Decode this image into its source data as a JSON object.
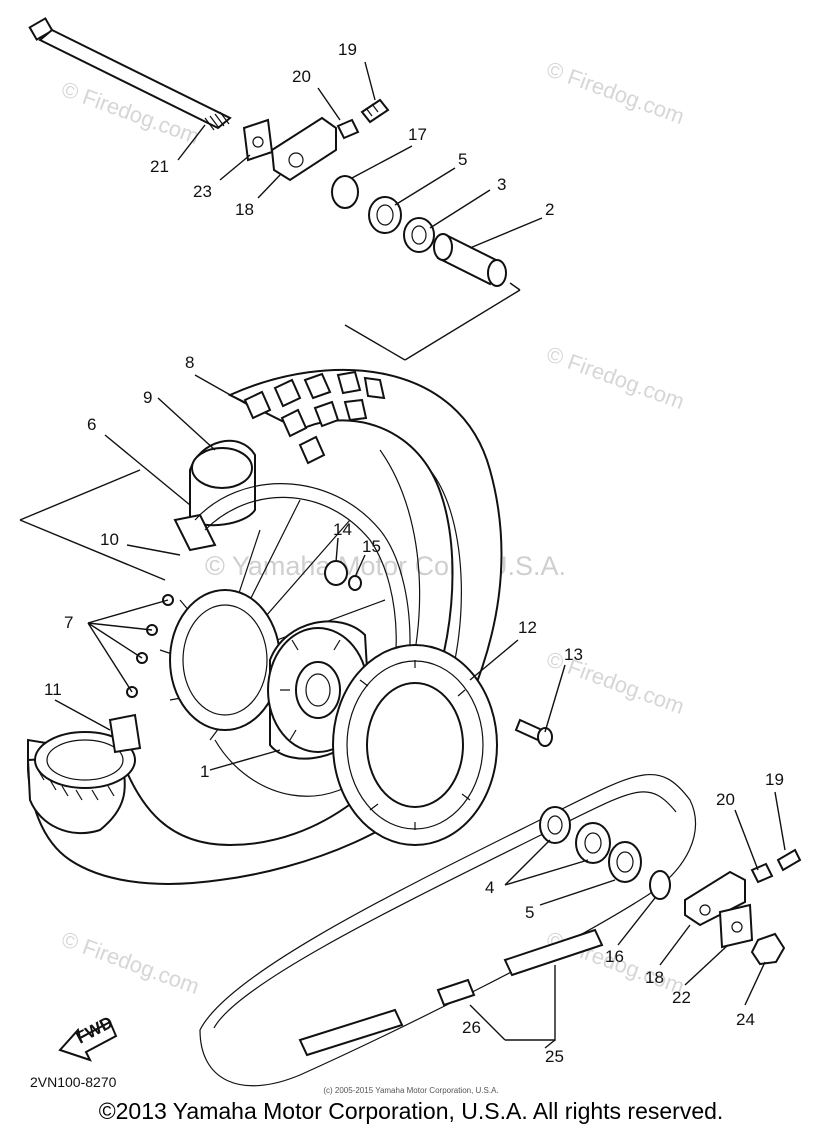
{
  "watermarks": {
    "firedog": "© Firedog.com",
    "yamaha": "© Yamaha Motor Corp, U.S.A."
  },
  "callouts": {
    "c1": "1",
    "c2": "2",
    "c3": "3",
    "c4": "4",
    "c5a": "5",
    "c5b": "5",
    "c6": "6",
    "c7": "7",
    "c8": "8",
    "c9": "9",
    "c10": "10",
    "c11": "11",
    "c12": "12",
    "c13": "13",
    "c14": "14",
    "c15": "15",
    "c16": "16",
    "c17": "17",
    "c18a": "18",
    "c18b": "18",
    "c19a": "19",
    "c19b": "19",
    "c20a": "20",
    "c20b": "20",
    "c21": "21",
    "c22": "22",
    "c23": "23",
    "c24": "24",
    "c25": "25",
    "c26": "26"
  },
  "fwd_label": "FWD",
  "diagram_code": "2VN100-8270",
  "small_credit": "(c) 2005-2015 Yamaha Motor Corporation, U.S.A.",
  "footer": "©2013 Yamaha Motor Corporation, U.S.A. All rights reserved."
}
